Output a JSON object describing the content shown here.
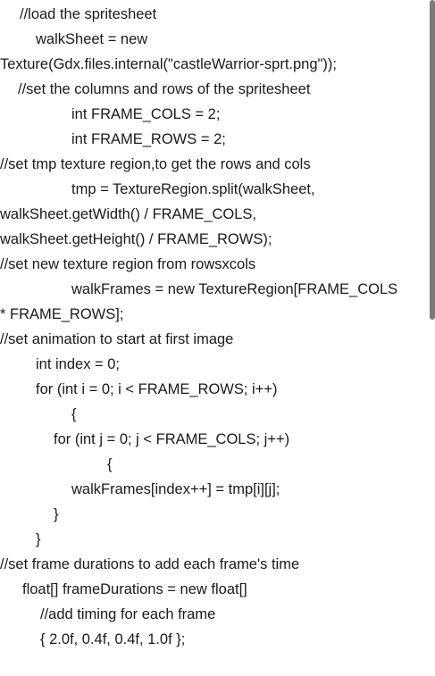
{
  "code_lines": [
    "//load the spritesheet",
    "walkSheet = new",
    "Texture(Gdx.files.internal(\"castleWarrior-sprt.png\"));",
    "//set the columns and rows of the spritesheet",
    "int FRAME_COLS = 2;",
    "int FRAME_ROWS = 2;",
    "//set tmp texture region,to get the rows and cols",
    "tmp = TextureRegion.split(walkSheet,",
    "walkSheet.getWidth() / FRAME_COLS,",
    "walkSheet.getHeight() / FRAME_ROWS);",
    "//set new texture region from rowsxcols",
    "walkFrames = new TextureRegion[FRAME_COLS",
    "* FRAME_ROWS];",
    "//set animation to start at first image",
    "int index = 0;",
    "for (int i = 0; i < FRAME_ROWS; i++)",
    "{",
    "for (int j = 0; j < FRAME_COLS; j++)",
    "{",
    "walkFrames[index++] = tmp[i][j];",
    "}",
    "}",
    "//set frame durations to add each frame's time",
    "float[] frameDurations = new float[]",
    "//add timing for each frame",
    "{ 2.0f, 0.4f, 0.4f, 1.0f };"
  ]
}
